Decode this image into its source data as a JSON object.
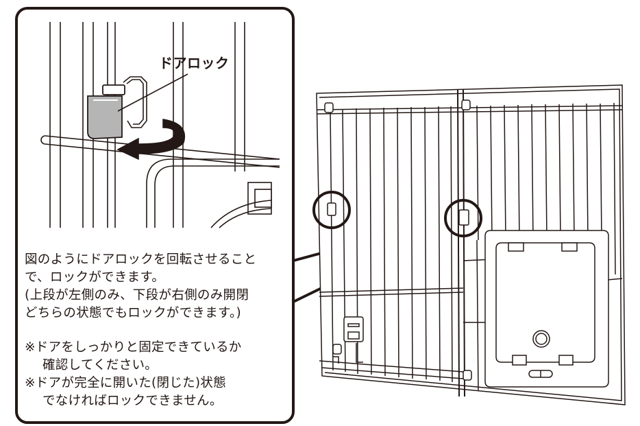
{
  "callout": {
    "label": "ドアロック"
  },
  "description": {
    "lines": [
      "図のようにドアロックを回転させること",
      "で、ロックができます。",
      "(上段が左側のみ、下段が右側のみ開閉",
      "どちらの状態でもロックができます。)"
    ]
  },
  "notes": {
    "note1_line1": "※ドアをしっかりと固定できているか",
    "note1_line2": "確認してください。",
    "note2_line1": "※ドアが完全に開いた(閉じた)状態",
    "note2_line2": "でなければロックできません。"
  },
  "colors": {
    "stroke": "#231815",
    "arrow": "#231815",
    "lock_fill": "#b5b5b6",
    "background": "#ffffff"
  }
}
